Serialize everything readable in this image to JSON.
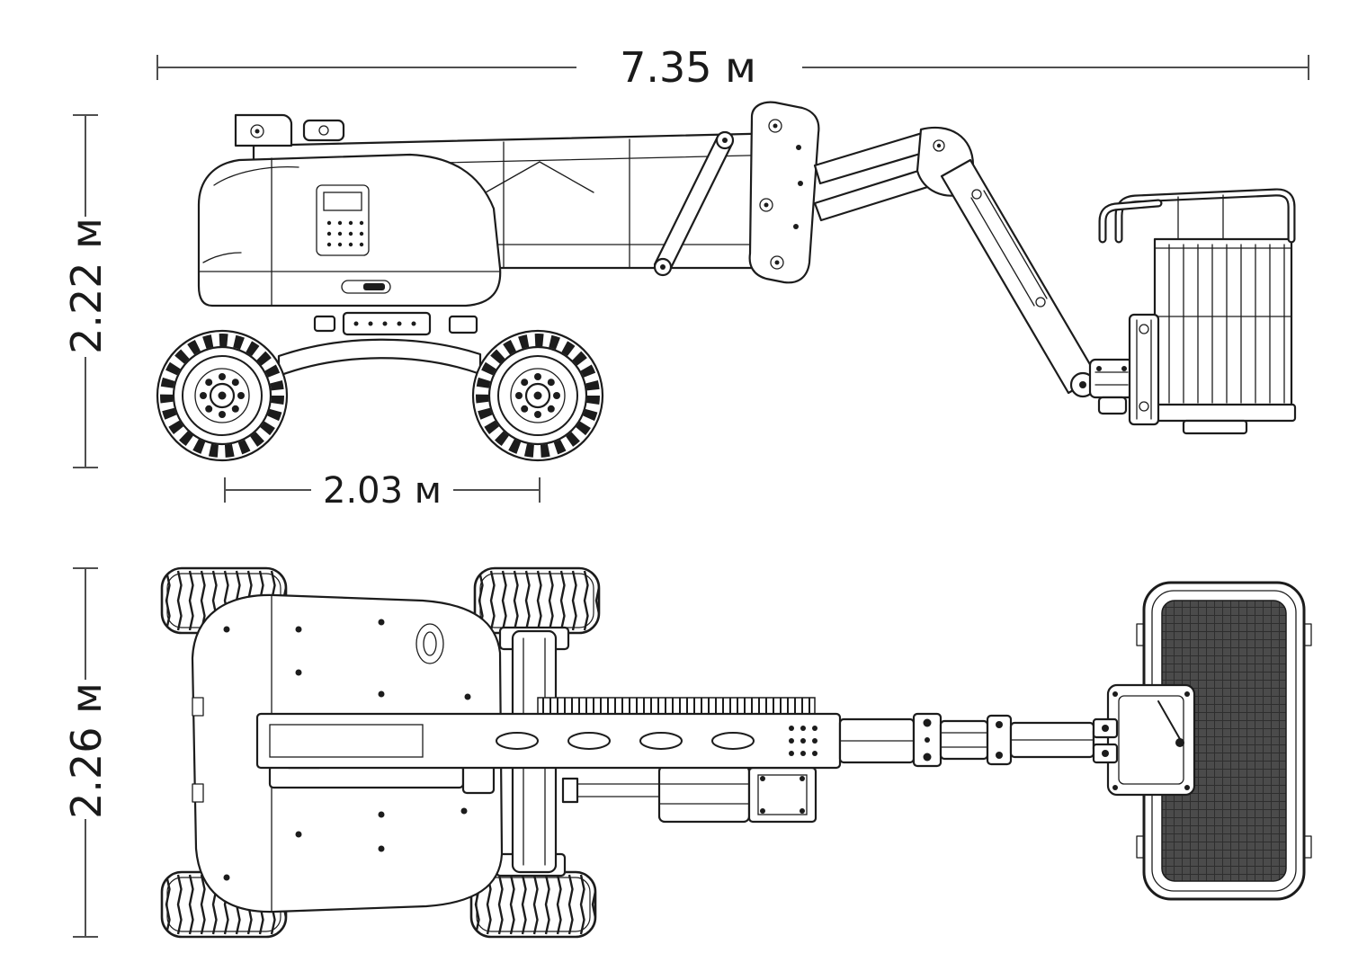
{
  "page": {
    "background": "#ffffff"
  },
  "dimensions": {
    "overall_length": "7.35 м",
    "overall_height": "2.22 м",
    "wheelbase": "2.03 м",
    "overall_width": "2.26 м"
  },
  "colors": {
    "line": "#1c1c1c",
    "dimension_line": "#4f4f4f",
    "label_text": "#1a1a1a",
    "basket_mesh": "#4b4b4b",
    "background": "#ffffff"
  }
}
